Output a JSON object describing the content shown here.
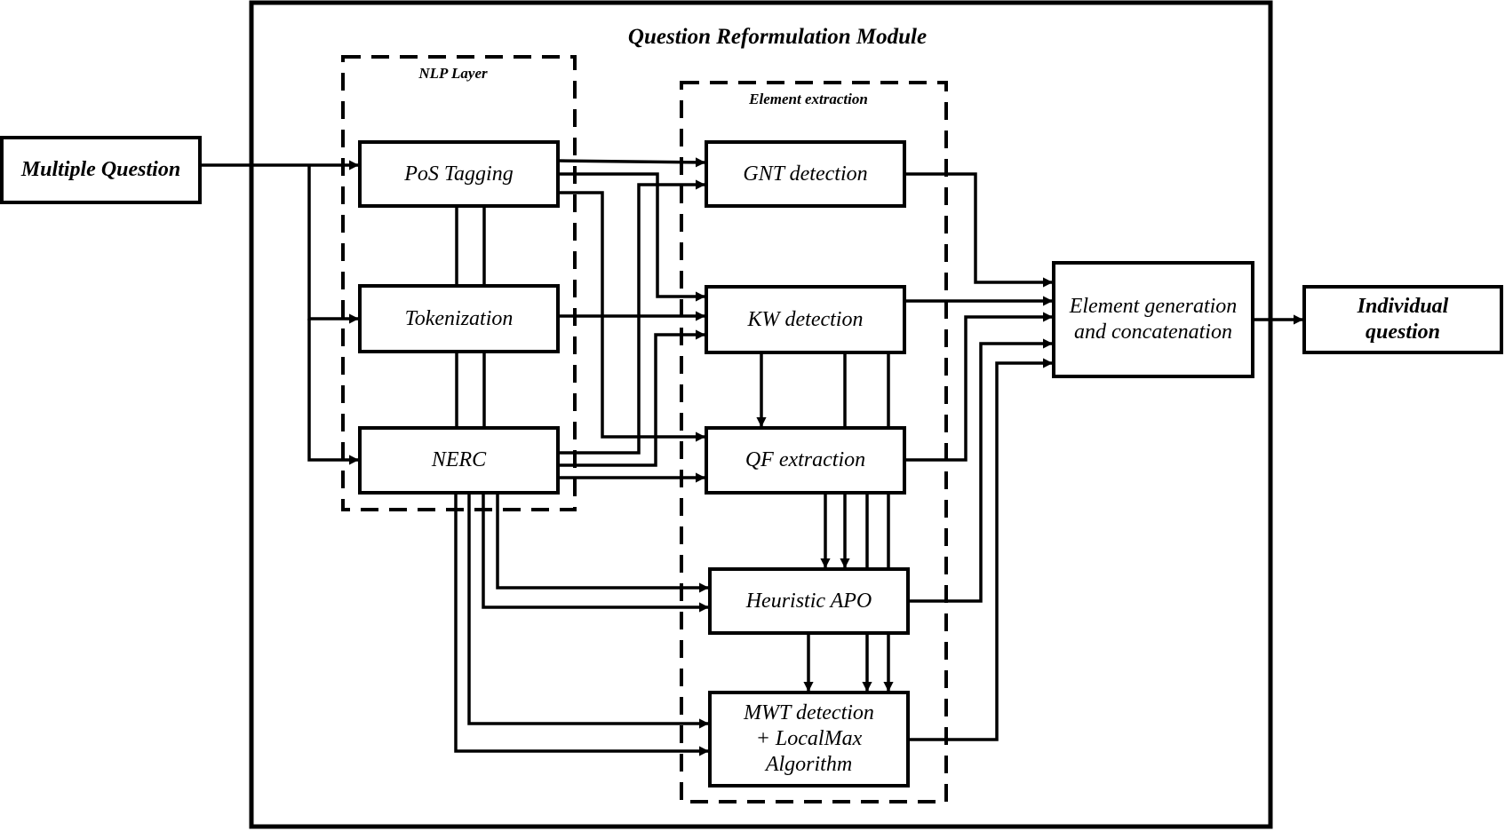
{
  "module": {
    "title": "Question Reformulation Module"
  },
  "groups": {
    "nlp": {
      "title": "NLP Layer"
    },
    "extraction": {
      "title": "Element extraction"
    }
  },
  "nodes": {
    "input": {
      "label": "Multiple Question"
    },
    "pos": {
      "label": "PoS Tagging"
    },
    "tok": {
      "label": "Tokenization"
    },
    "nerc": {
      "label": "NERC"
    },
    "gnt": {
      "label": "GNT detection"
    },
    "kw": {
      "label": "KW detection"
    },
    "qf": {
      "label": "QF extraction"
    },
    "hapo": {
      "label": "Heuristic APO"
    },
    "mwt": {
      "label": "MWT detection + LocalMax Algorithm",
      "lines": [
        "MWT detection",
        "+ LocalMax",
        "Algorithm"
      ]
    },
    "eg": {
      "label": "Element generation and concatenation",
      "lines": [
        "Element generation",
        "and concatenation"
      ]
    },
    "output": {
      "label": "Individual question",
      "lines": [
        "Individual",
        "question"
      ]
    }
  },
  "edges": [
    {
      "from": "input",
      "to": "pos"
    },
    {
      "from": "input",
      "to": "tok"
    },
    {
      "from": "input",
      "to": "nerc"
    },
    {
      "from": "pos",
      "to": "tok"
    },
    {
      "from": "tok",
      "to": "nerc"
    },
    {
      "from": "pos",
      "to": "gnt"
    },
    {
      "from": "pos",
      "to": "kw"
    },
    {
      "from": "pos",
      "to": "qf"
    },
    {
      "from": "tok",
      "to": "kw"
    },
    {
      "from": "nerc",
      "to": "gnt"
    },
    {
      "from": "nerc",
      "to": "kw"
    },
    {
      "from": "nerc",
      "to": "qf"
    },
    {
      "from": "nerc",
      "to": "hapo"
    },
    {
      "from": "nerc",
      "to": "mwt"
    },
    {
      "from": "kw",
      "to": "qf"
    },
    {
      "from": "kw",
      "to": "hapo"
    },
    {
      "from": "kw",
      "to": "mwt"
    },
    {
      "from": "qf",
      "to": "hapo"
    },
    {
      "from": "qf",
      "to": "mwt"
    },
    {
      "from": "hapo",
      "to": "mwt"
    },
    {
      "from": "gnt",
      "to": "eg"
    },
    {
      "from": "kw",
      "to": "eg"
    },
    {
      "from": "qf",
      "to": "eg"
    },
    {
      "from": "hapo",
      "to": "eg"
    },
    {
      "from": "mwt",
      "to": "eg"
    },
    {
      "from": "eg",
      "to": "output"
    }
  ]
}
